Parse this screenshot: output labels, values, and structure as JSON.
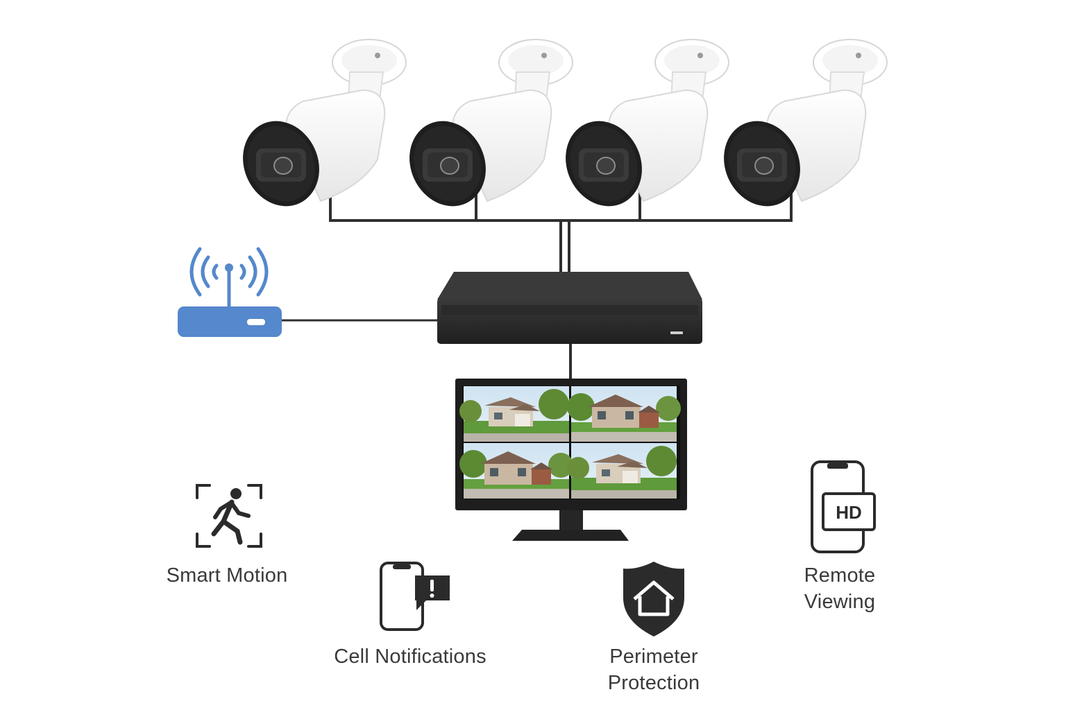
{
  "features": [
    {
      "id": "smart-motion",
      "label": "Smart Motion",
      "icon": "person-motion-icon"
    },
    {
      "id": "cell-notifications",
      "label": "Cell Notifications",
      "icon": "phone-alert-icon"
    },
    {
      "id": "perimeter-protection",
      "label": [
        "Perimeter",
        "Protection"
      ],
      "icon": "shield-home-icon"
    },
    {
      "id": "remote-viewing",
      "label": [
        "Remote",
        "Viewing"
      ],
      "icon": "phone-hd-icon"
    }
  ],
  "hd_badge": "HD",
  "colors": {
    "router": "#5588cc",
    "device": "#2b2b2b",
    "camera_body": "#ffffff",
    "cable": "#2f2f2f",
    "label": "#3a3a3a"
  }
}
